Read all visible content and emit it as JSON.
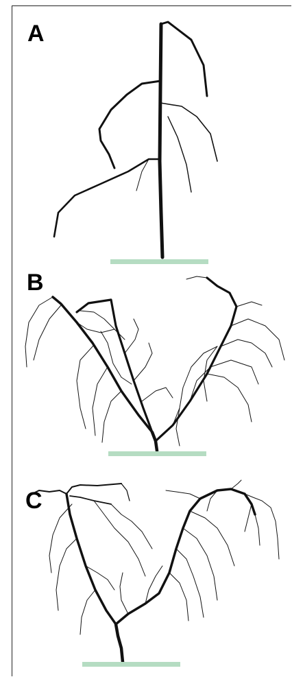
{
  "panels": [
    {
      "id": "a",
      "label": "A"
    },
    {
      "id": "b",
      "label": "B"
    },
    {
      "id": "c",
      "label": "C"
    }
  ],
  "colors": {
    "root": "#111111",
    "scale_bar": "#b5dcc2",
    "border": "#222222"
  }
}
